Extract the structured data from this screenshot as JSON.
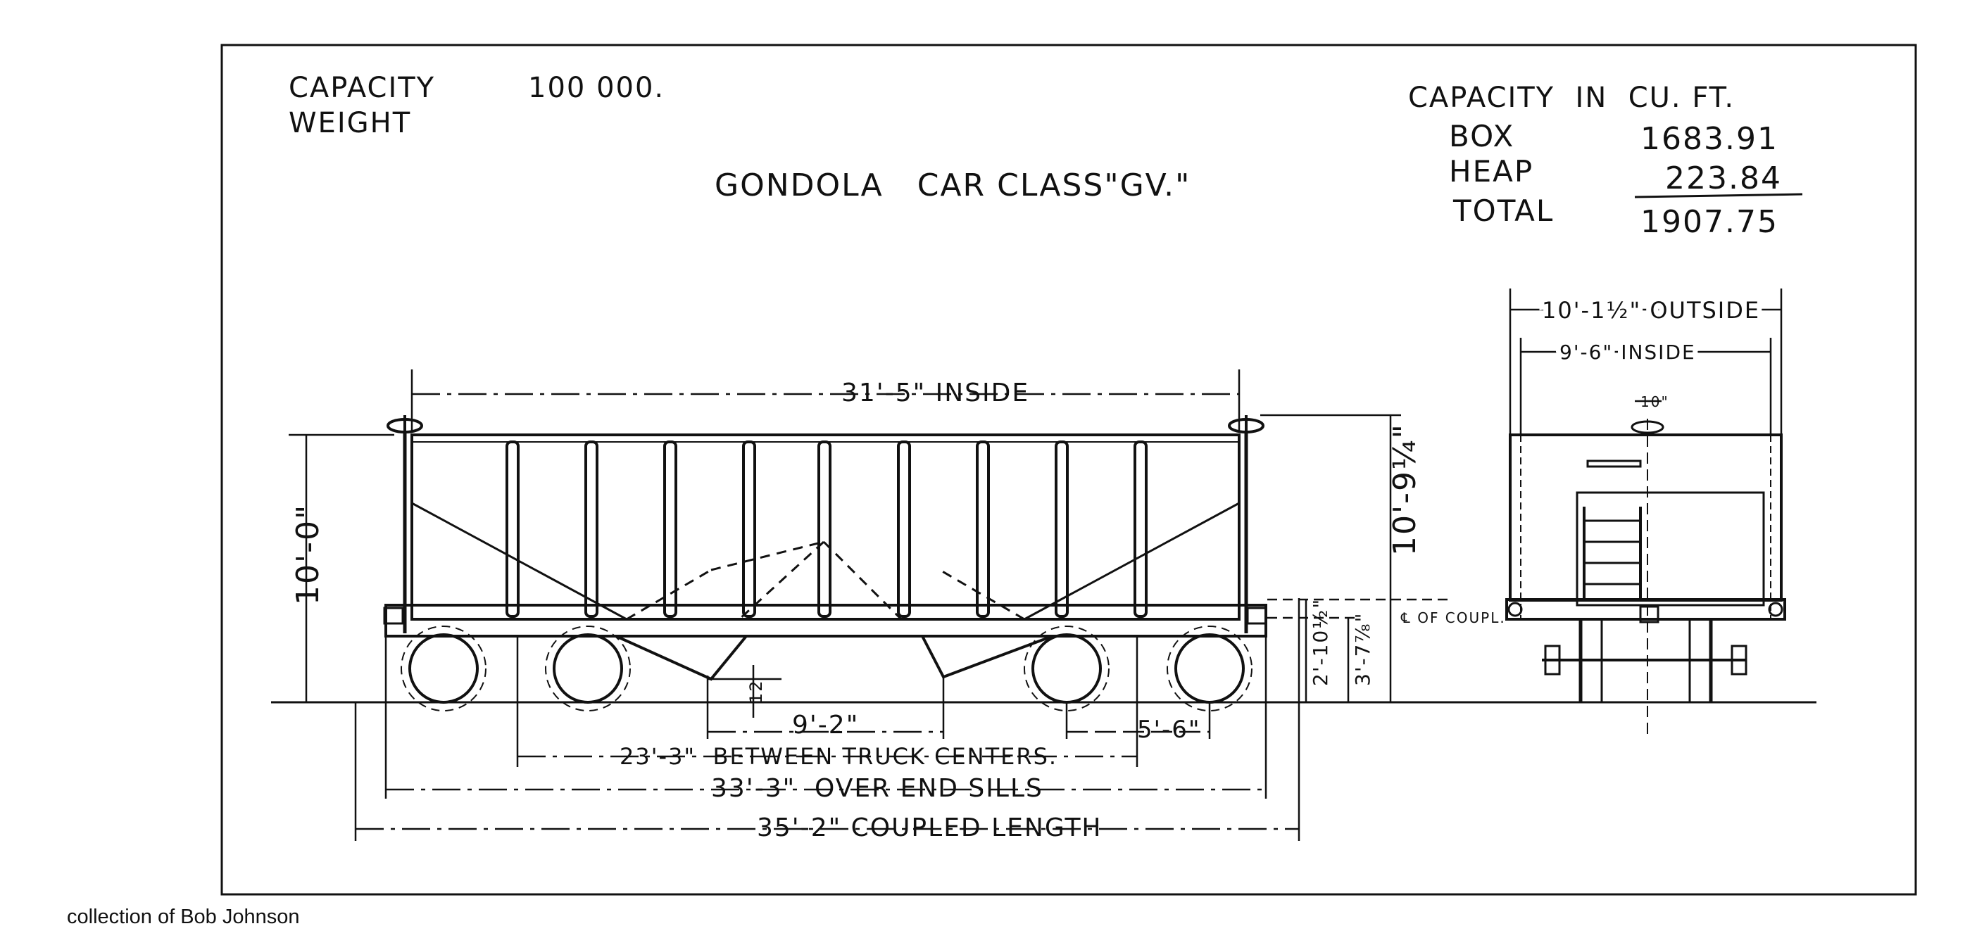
{
  "header": {
    "capacity_label": "CAPACITY",
    "capacity_value": "100 000.",
    "weight_label": "WEIGHT",
    "title": "GONDOLA   CAR CLASS\"GV.\""
  },
  "cu_ft_table": {
    "heading": "CAPACITY  IN  CU. FT.",
    "rows": [
      {
        "label": "BOX",
        "value": "1683.91"
      },
      {
        "label": "HEAP",
        "value": "223.84"
      },
      {
        "label": "TOTAL",
        "value": "1907.75"
      }
    ]
  },
  "side_view": {
    "inside_length": "31'-5\" INSIDE",
    "height": "10'-0\"",
    "height_over_brake": "10'-9¼\"",
    "coupler_height": "2'-10½\"",
    "floor_height": "3'-7⅞\"",
    "centerline_coupler": "℄ OF COUPL.",
    "hopper_depth": "12",
    "hopper_spacing": "9'-2\"",
    "truck_wheelbase": "5'-6\"",
    "truck_centers": "23'-3\"  BETWEEN TRUCK CENTERS.",
    "over_end_sills": "33'-3\"  OVER END SILLS",
    "coupled_length": "35'-2\" COUPLED LENGTH"
  },
  "end_view": {
    "outside_width": "10'-1½\" OUTSIDE",
    "inside_width": "9'-6\" INSIDE",
    "ladder_width": "10\""
  },
  "credit": "collection of Bob Johnson"
}
